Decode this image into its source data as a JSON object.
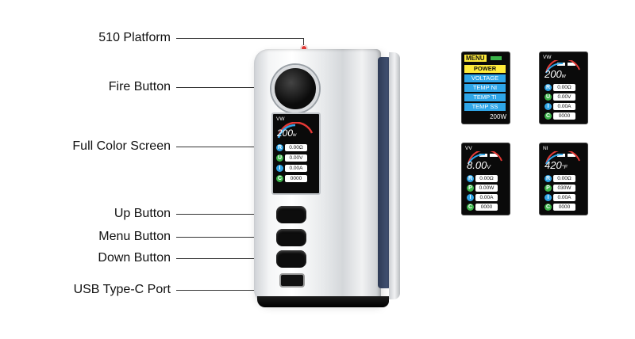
{
  "callouts": [
    {
      "id": "platform",
      "label": "510 Platform"
    },
    {
      "id": "fire",
      "label": "Fire Button"
    },
    {
      "id": "screen",
      "label": "Full Color Screen"
    },
    {
      "id": "up",
      "label": "Up Button"
    },
    {
      "id": "menu",
      "label": "Menu Button"
    },
    {
      "id": "down",
      "label": "Down Button"
    },
    {
      "id": "usb",
      "label": "USB Type-C Port"
    }
  ],
  "device_screen": {
    "mode": "VW",
    "value": "200",
    "unit": "w",
    "rows": [
      {
        "letter": "R",
        "value": "0.00Ω",
        "color": "#2fa6e8"
      },
      {
        "letter": "U",
        "value": "0.00V",
        "color": "#3bb54a"
      },
      {
        "letter": "I",
        "value": "0.00A",
        "color": "#2fa6e8"
      },
      {
        "letter": "C",
        "value": "0000",
        "color": "#3bb54a"
      }
    ]
  },
  "screens": {
    "menu": {
      "header": "MENU",
      "items": [
        "POWER",
        "VOLTAGE",
        "TEMP NI",
        "TEMP TI",
        "TEMP SS"
      ],
      "active": "POWER",
      "footer": "200W"
    },
    "vw": {
      "mode": "VW",
      "value": "200",
      "unit": "w",
      "rows": [
        {
          "letter": "R",
          "value": "0.00Ω",
          "color": "#2fa6e8"
        },
        {
          "letter": "U",
          "value": "0.00V",
          "color": "#3bb54a"
        },
        {
          "letter": "I",
          "value": "0.00A",
          "color": "#2fa6e8"
        },
        {
          "letter": "C",
          "value": "0000",
          "color": "#3bb54a"
        }
      ]
    },
    "vv": {
      "mode": "VV",
      "value": "8.00",
      "unit": "V",
      "rows": [
        {
          "letter": "R",
          "value": "0.00Ω",
          "color": "#2fa6e8"
        },
        {
          "letter": "P",
          "value": "0.00W",
          "color": "#3bb54a"
        },
        {
          "letter": "I",
          "value": "0.00A",
          "color": "#2fa6e8"
        },
        {
          "letter": "C",
          "value": "0000",
          "color": "#3bb54a"
        }
      ]
    },
    "ni": {
      "mode": "NI",
      "value": "420",
      "unit": "°F",
      "rows": [
        {
          "letter": "R",
          "value": "0.00Ω",
          "color": "#2fa6e8"
        },
        {
          "letter": "P",
          "value": "030W",
          "color": "#3bb54a"
        },
        {
          "letter": "I",
          "value": "0.00A",
          "color": "#2fa6e8"
        },
        {
          "letter": "C",
          "value": "0000",
          "color": "#3bb54a"
        }
      ]
    }
  }
}
